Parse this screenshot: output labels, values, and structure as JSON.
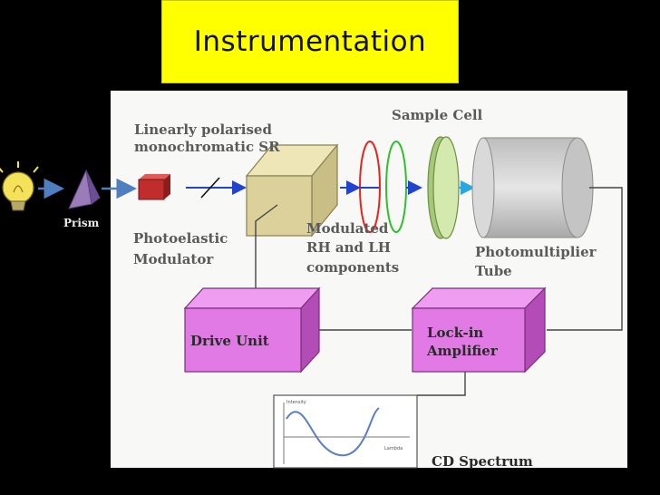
{
  "title": "Instrumentation",
  "labels": {
    "prism": "Prism",
    "linearly_polarised_1": "Linearly polarised",
    "linearly_polarised_2": "monochromatic SR",
    "sample_cell": "Sample Cell",
    "photoelastic_1": "Photoelastic",
    "photoelastic_2": "Modulator",
    "modulated_1": "Modulated",
    "modulated_2": "RH and LH",
    "modulated_3": "components",
    "pmt_1": "Photomultiplier",
    "pmt_2": "Tube",
    "drive_unit": "Drive Unit",
    "lockin_1": "Lock-in",
    "lockin_2": "Amplifier",
    "cd_spectrum": "CD Spectrum",
    "intensity": "Intensity",
    "lambda": "Lambda"
  },
  "colors": {
    "title_bg": "#ffff00",
    "block_magenta": "#e27ae6",
    "beam_blue": "#2244cc",
    "ring_red": "#e8231e",
    "ring_green": "#2fbf2f",
    "disc_green": "#cfe6a8",
    "tube_gray": "#cfcfcf"
  },
  "icons": [
    "lightbulb-icon",
    "prism-icon",
    "photoelastic-crystal-icon"
  ]
}
